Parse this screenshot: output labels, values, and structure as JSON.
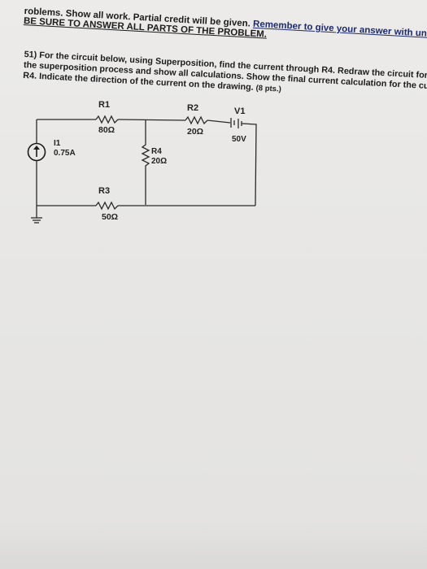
{
  "header": {
    "line1_a": "roblems.  Show all work.  Partial credit will be given.",
    "line1_b": "Remember to give your answer with units",
    "line2": "BE SURE TO ANSWER ALL PARTS OF THE PROBLEM."
  },
  "question": {
    "line1": "51) For the circuit below, using Superposition, find the current through R4.  Redraw the circuit for each",
    "line2": "the superposition process and show all calculations.  Show the final current calculation for the current th",
    "line3_a": "R4.  Indicate the direction of the current on the drawing.",
    "line3_b": "(8 pts.)"
  },
  "circuit": {
    "r1": {
      "name": "R1",
      "value": "80Ω"
    },
    "r2": {
      "name": "R2",
      "value": "20Ω"
    },
    "v1": {
      "name": "V1",
      "value": "50V"
    },
    "i1": {
      "name": "I1",
      "value": "0.75A"
    },
    "r4": {
      "name": "R4",
      "value": "20Ω"
    },
    "r3": {
      "name": "R3",
      "value": "50Ω"
    }
  }
}
